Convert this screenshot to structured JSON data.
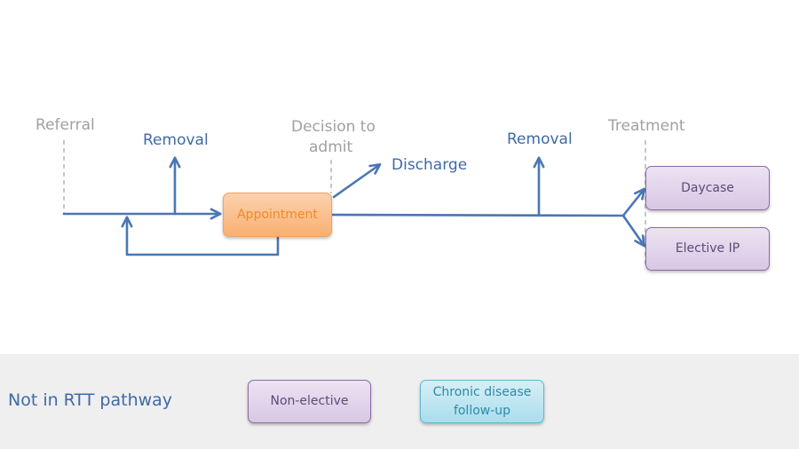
{
  "milestones": {
    "referral": "Referral",
    "decision_line1": "Decision to",
    "decision_line2": "admit",
    "treatment": "Treatment"
  },
  "outcomes": {
    "removal_1": "Removal",
    "discharge": "Discharge",
    "removal_2": "Removal"
  },
  "boxes": {
    "appointment": "Appointment",
    "daycase": "Daycase",
    "elective_ip": "Elective IP"
  },
  "not_in_rtt": {
    "title": "Not in RTT pathway",
    "non_elective": "Non-elective",
    "chronic_line1": "Chronic disease",
    "chronic_line2": "follow-up"
  },
  "colors": {
    "line": "#4a76b4",
    "milestone_text": "#a0a0a0",
    "outcome_text": "#3f6aa6",
    "orange": "#f9b072",
    "purple": "#d8c7e5",
    "cyan": "#a9dded",
    "band": "#efefef"
  }
}
